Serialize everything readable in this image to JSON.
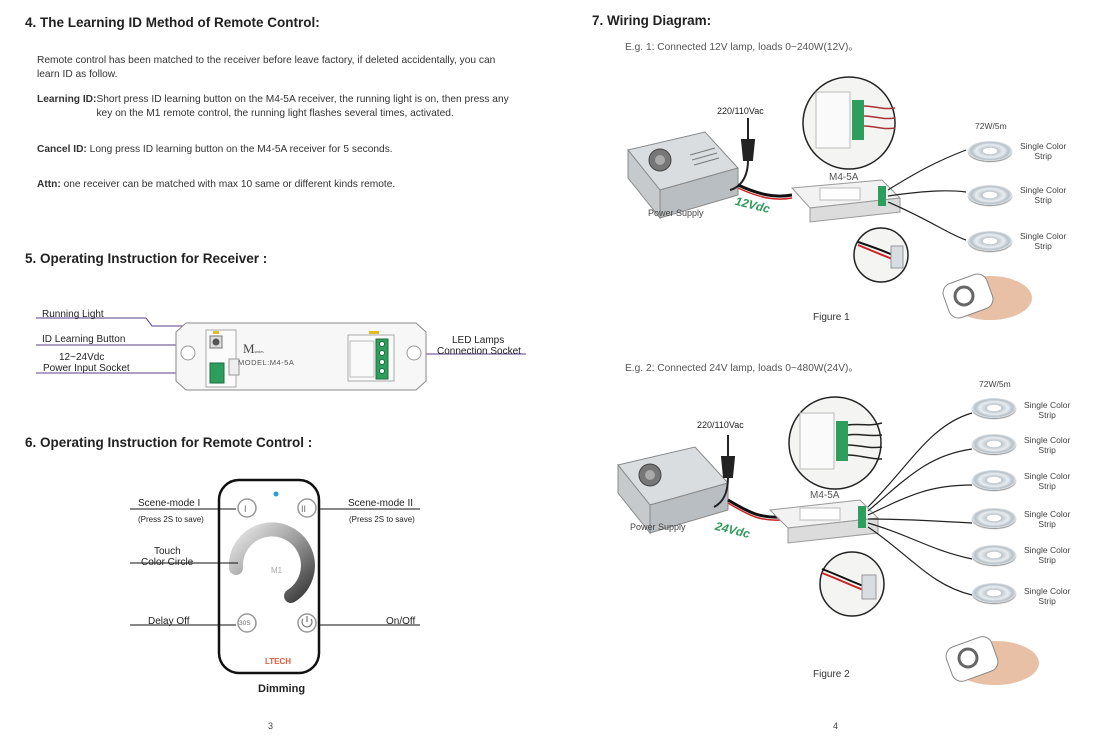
{
  "left": {
    "sec4": {
      "title": "4. The Learning ID Method of Remote Control:",
      "intro": "Remote control has been matched to the receiver before leave factory, if deleted accidentally,  you can learn ID as follow.",
      "learning_label": "Learning ID:",
      "learning_text": " Short press ID learning button on the M4-5A receiver, the running light is on, then press any key on the M1 remote control,  the running light flashes several times, activated.",
      "cancel_label": "Cancel ID:",
      "cancel_text": " Long press ID learning button on the M4-5A receiver for 5 seconds.",
      "attn_label": "Attn:",
      "attn_text": " one receiver can be matched with max 10 same or different kinds remote."
    },
    "sec5": {
      "title": "5. Operating Instruction for Receiver :",
      "running_light": "Running Light",
      "id_button": "ID Learning Button",
      "power_input_1": "12~24Vdc",
      "power_input_2": "Power Input Socket",
      "led_1": "LED Lamps",
      "led_2": "Connection Socket",
      "brand": "M",
      "brand_sub": "series",
      "model": "MODEL:M4-5A"
    },
    "sec6": {
      "title": "6. Operating Instruction for Remote Control :",
      "scene1": "Scene-mode I",
      "scene1_note": "(Press 2S to save)",
      "scene2": "Scene-mode II",
      "scene2_note": "(Press 2S to save)",
      "touch_1": "Touch",
      "touch_2": "Color Circle",
      "delay": "Delay Off",
      "onoff": "On/Off",
      "btn1": "I",
      "btn2": "II",
      "btn30": "30S",
      "center": "M1",
      "logo": "LTECH",
      "caption": "Dimming"
    },
    "page_no": "3"
  },
  "right": {
    "title": "7. Wiring Diagram:",
    "eg1": "E.g. 1: Connected 12V lamp, loads 0~240W(12V)。",
    "eg2": "E.g. 2: Connected 24V lamp, loads 0~480W(24V)。",
    "vac": "220/110Vac",
    "power_supply": "Power Supply",
    "model": "M4-5A",
    "v12": "12Vdc",
    "v24": "24Vdc",
    "watt": "72W/5m",
    "strip_1": "Single Color",
    "strip_2": "Strip",
    "fig1": "Figure 1",
    "fig2": "Figure 2",
    "page_no": "4"
  }
}
